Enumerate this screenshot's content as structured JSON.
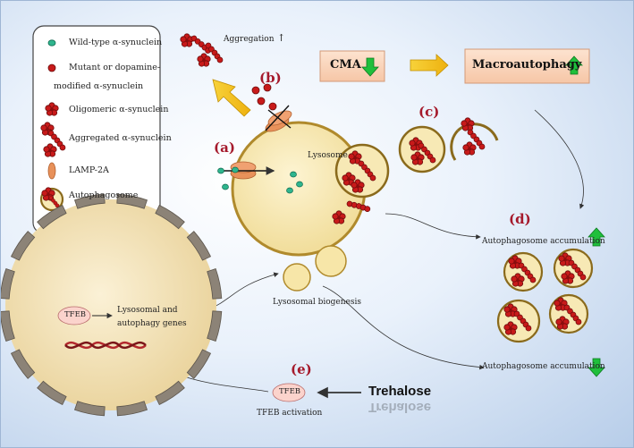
{
  "legend": {
    "items": [
      {
        "label": "Wild-type α-synuclein",
        "icon": "wild-type-synuclein-icon"
      },
      {
        "label": "Mutant or dopamine-",
        "icon": "mutant-synuclein-icon"
      },
      {
        "label": "modified  α-synuclein",
        "icon": ""
      },
      {
        "label": "Oligomeric α-synuclein",
        "icon": "oligomeric-synuclein-icon"
      },
      {
        "label": "Aggregated α-synuclein",
        "icon": "aggregated-synuclein-icon"
      },
      {
        "label": "LAMP-2A",
        "icon": "lamp2a-icon"
      },
      {
        "label": "Autophagosome",
        "icon": "autophagosome-icon"
      }
    ]
  },
  "panel_letters": {
    "a": "(a)",
    "b": "(b)",
    "c": "(c)",
    "d": "(d)",
    "e": "(e)"
  },
  "labels": {
    "aggregation": "Aggregation",
    "aggregation_arrow": "↑",
    "cma": "CMA",
    "macroautophagy": "Macroautophagy",
    "lysosome": "Lysosome",
    "lysosomal_biogenesis": "Lysosomal biogenesis",
    "autophagosome_accumulation_up": "Autophagosome accumulation",
    "autophagosome_accumulation_down": "Autophagosome accumulation",
    "tfeb_nucleus": "TFEB",
    "genes_line1": "Lysosomal and",
    "genes_line2": "autophagy genes",
    "tfeb_cytoplasm": "TFEB",
    "tfeb_activation": "TFEB activation",
    "trehalose": "Trehalose"
  },
  "colors": {
    "cell_fill": "#f7e9b5",
    "membrane": "#b08a2c",
    "mutant": "#c81a1a",
    "wild_type": "#2fb58e",
    "lamp2a": "#e8915a",
    "up_arrow": "#1fbf3b",
    "down_arrow": "#1fbf3b",
    "flow_arrow": "#f2c010",
    "letter": "#a5192b"
  }
}
